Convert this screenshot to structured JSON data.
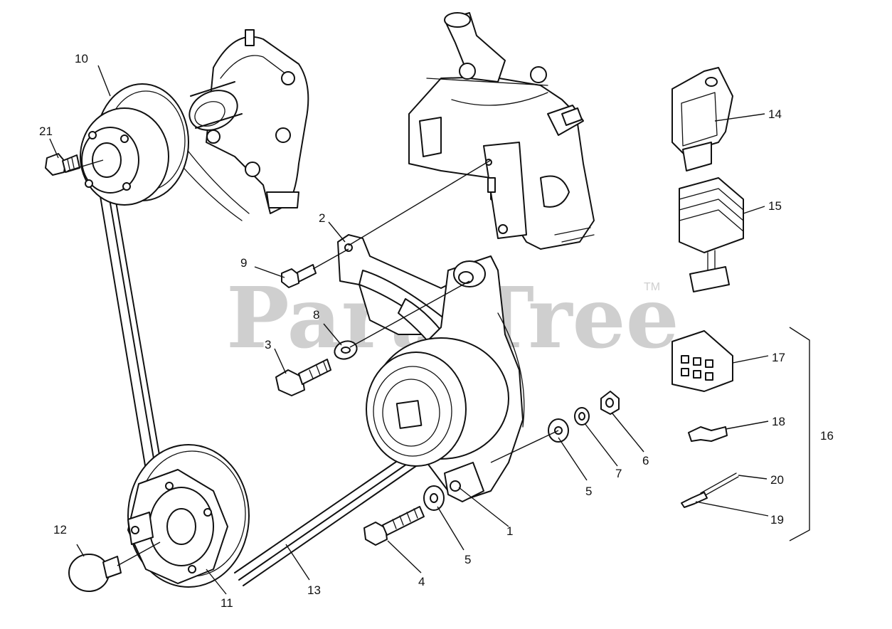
{
  "watermark": {
    "text": "PartsTree",
    "trademark": "TM"
  },
  "callouts": [
    {
      "id": "c1",
      "label": "1"
    },
    {
      "id": "c2",
      "label": "2"
    },
    {
      "id": "c3",
      "label": "3"
    },
    {
      "id": "c4",
      "label": "4"
    },
    {
      "id": "c5a",
      "label": "5"
    },
    {
      "id": "c5b",
      "label": "5"
    },
    {
      "id": "c6",
      "label": "6"
    },
    {
      "id": "c7",
      "label": "7"
    },
    {
      "id": "c8",
      "label": "8"
    },
    {
      "id": "c9",
      "label": "9"
    },
    {
      "id": "c10",
      "label": "10"
    },
    {
      "id": "c11",
      "label": "11"
    },
    {
      "id": "c12",
      "label": "12"
    },
    {
      "id": "c13",
      "label": "13"
    },
    {
      "id": "c14",
      "label": "14"
    },
    {
      "id": "c15",
      "label": "15"
    },
    {
      "id": "c16",
      "label": "16"
    },
    {
      "id": "c17",
      "label": "17"
    },
    {
      "id": "c18",
      "label": "18"
    },
    {
      "id": "c19",
      "label": "19"
    },
    {
      "id": "c20",
      "label": "20"
    },
    {
      "id": "c21",
      "label": "21"
    }
  ]
}
